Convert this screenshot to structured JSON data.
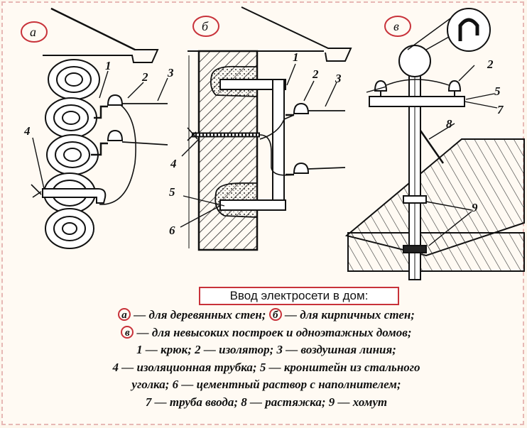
{
  "panel_letters": {
    "a": "а",
    "b": "б",
    "v": "в"
  },
  "numbers": {
    "n1": "1",
    "n2": "2",
    "n3": "3",
    "n4": "4",
    "n5": "5",
    "n6": "6",
    "n7": "7",
    "n8": "8",
    "n9": "9"
  },
  "caption_title": "Ввод электросети в дом:",
  "legend": {
    "line1_a": "а",
    "line1_a_text": " — для деревянных стен; ",
    "line1_b": "б",
    "line1_b_text": " — для кирпичных стен;",
    "line2_v": "в",
    "line2_text": " — для невысоких построек и одноэтажных домов;",
    "line3": "1 — крюк; 2 — изолятор; 3 — воздушная линия;",
    "line4": "4 — изоляционная трубка; 5 — кронштейн из стального",
    "line5": "уголка; 6 — цементный раствор с наполнителем;",
    "line6": "7 — труба ввода; 8 — растяжка; 9 — хомут"
  },
  "colors": {
    "accent_red": "#c8323a",
    "ink": "#111111",
    "background": "#fffaf3"
  }
}
